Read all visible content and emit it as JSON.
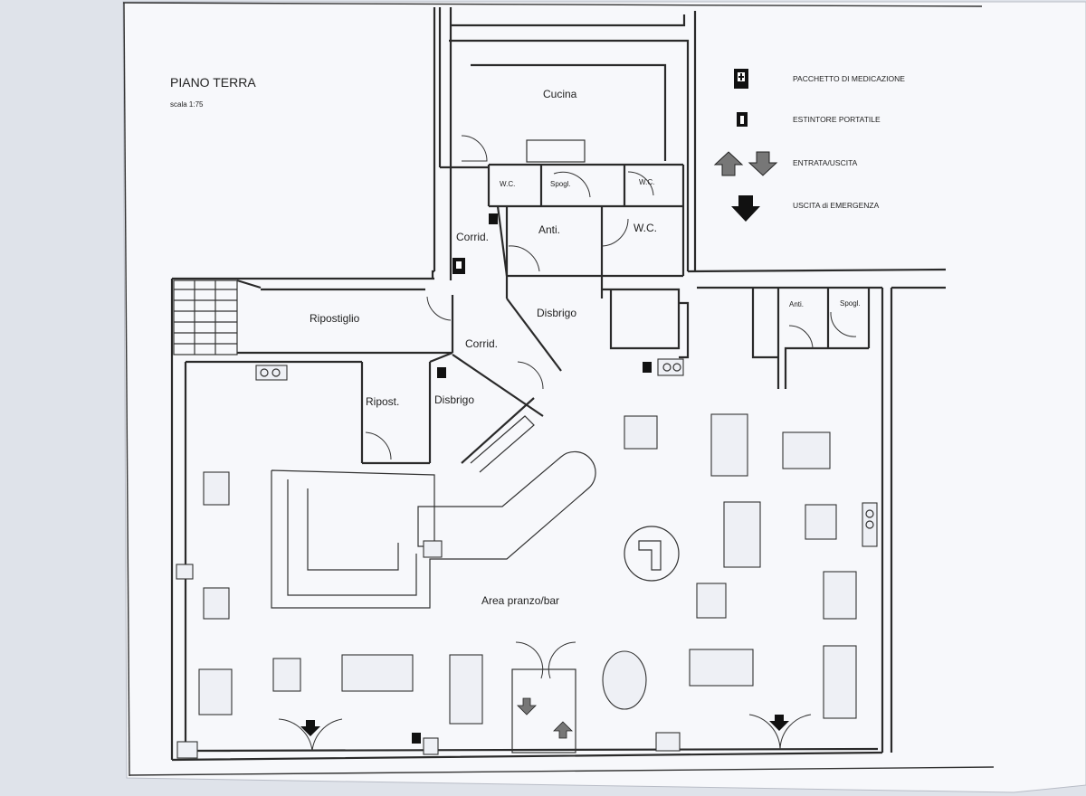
{
  "plan": {
    "title": "PIANO TERRA",
    "scale": "scala 1:75"
  },
  "legend": {
    "first_aid": "PACCHETTO DI MEDICAZIONE",
    "extinguisher": "ESTINTORE PORTATILE",
    "entry_exit": "ENTRATA/USCITA",
    "emergency_exit": "USCITA di EMERGENZA"
  },
  "rooms": {
    "cucina": "Cucina",
    "wc1": "W.C.",
    "spogl1": "Spogl.",
    "wc2": "W.C.",
    "anti1": "Anti.",
    "wc3": "W.C.",
    "corrid1": "Corrid.",
    "ripostiglio": "Ripostiglio",
    "disbrigo1": "Disbrigo",
    "corrid2": "Corrid.",
    "ripost": "Ripost.",
    "disbrigo2": "Disbrigo",
    "anti2": "Anti.",
    "spogl2": "Spogl.",
    "area": "Area pranzo/bar"
  },
  "colors": {
    "paper": "#f7f8fb",
    "line": "#2a2a2a",
    "background": "#dfe3ea"
  }
}
